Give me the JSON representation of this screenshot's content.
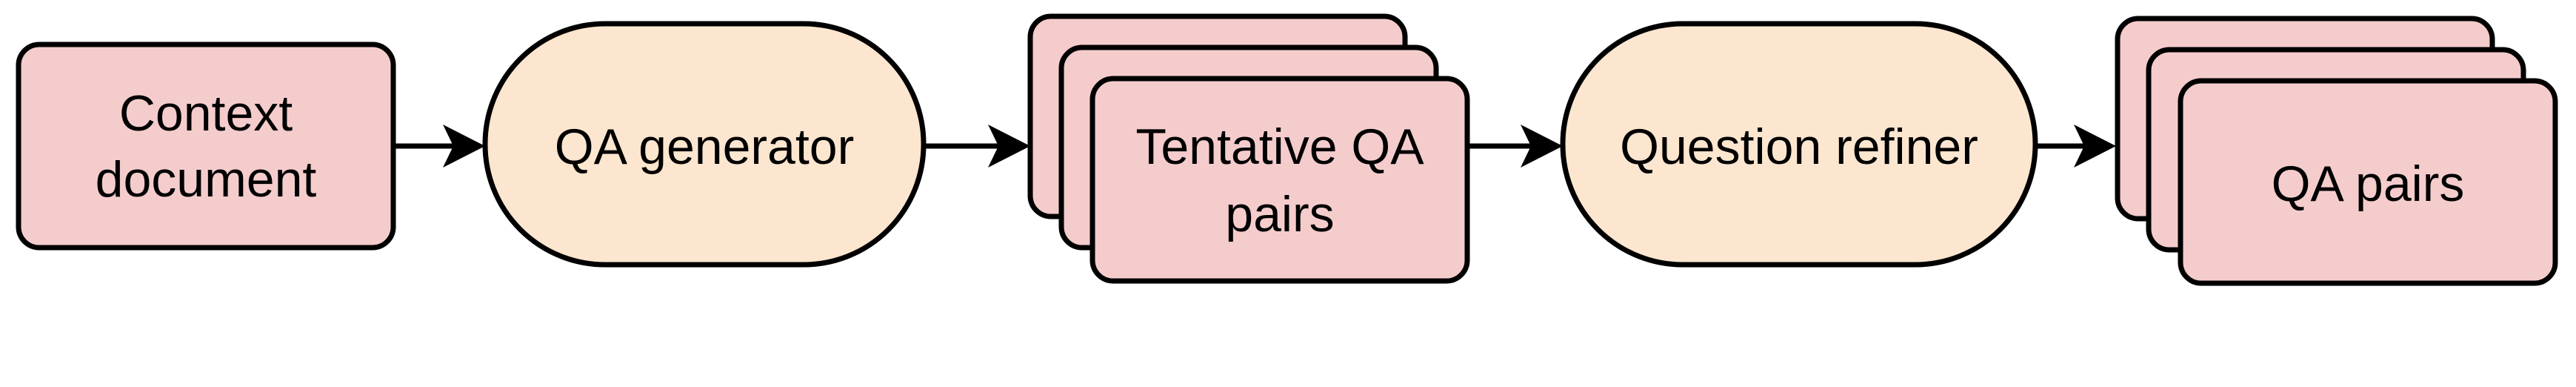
{
  "colors": {
    "document_fill": "#f5cccc",
    "process_fill": "#fde6cf",
    "stroke": "#000000"
  },
  "nodes": {
    "context_document": {
      "line1": "Context",
      "line2": "document"
    },
    "qa_generator": {
      "label": "QA generator"
    },
    "tentative_qa_pairs": {
      "line1": "Tentative QA",
      "line2": "pairs"
    },
    "question_refiner": {
      "label": "Question refiner"
    },
    "qa_pairs": {
      "label": "QA pairs"
    }
  }
}
